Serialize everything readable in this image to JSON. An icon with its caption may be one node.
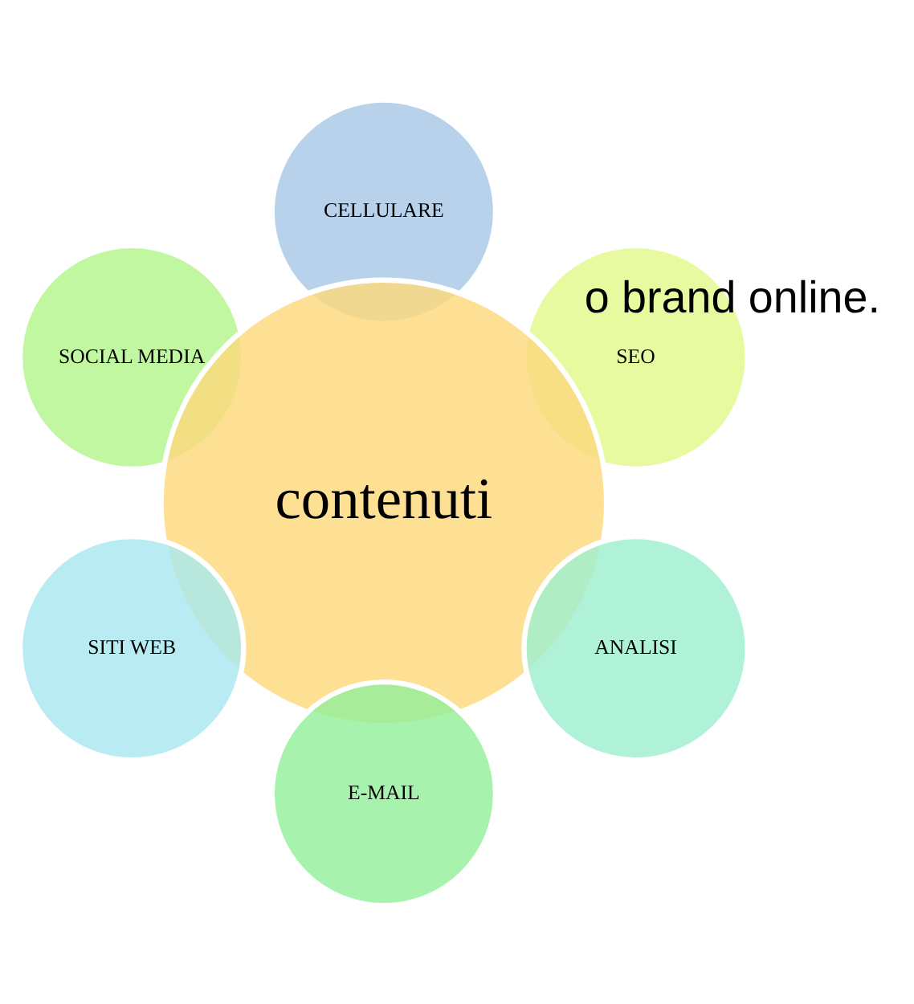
{
  "diagram": {
    "nodes": [
      {
        "text": [
          "SEO"
        ]
      },
      {
        "text": [
          "CELLULARE"
        ]
      },
      {
        "text": [
          "SOCIAL MEDIA"
        ]
      },
      {
        "text": [
          "contenuti"
        ]
      },
      {
        "text": [
          "SITI WEB"
        ]
      },
      {
        "text": [
          "E-MAIL"
        ]
      },
      {
        "text": [
          "ANALISI"
        ]
      }
    ],
    "labels": [
      "o brand online."
    ]
  }
}
